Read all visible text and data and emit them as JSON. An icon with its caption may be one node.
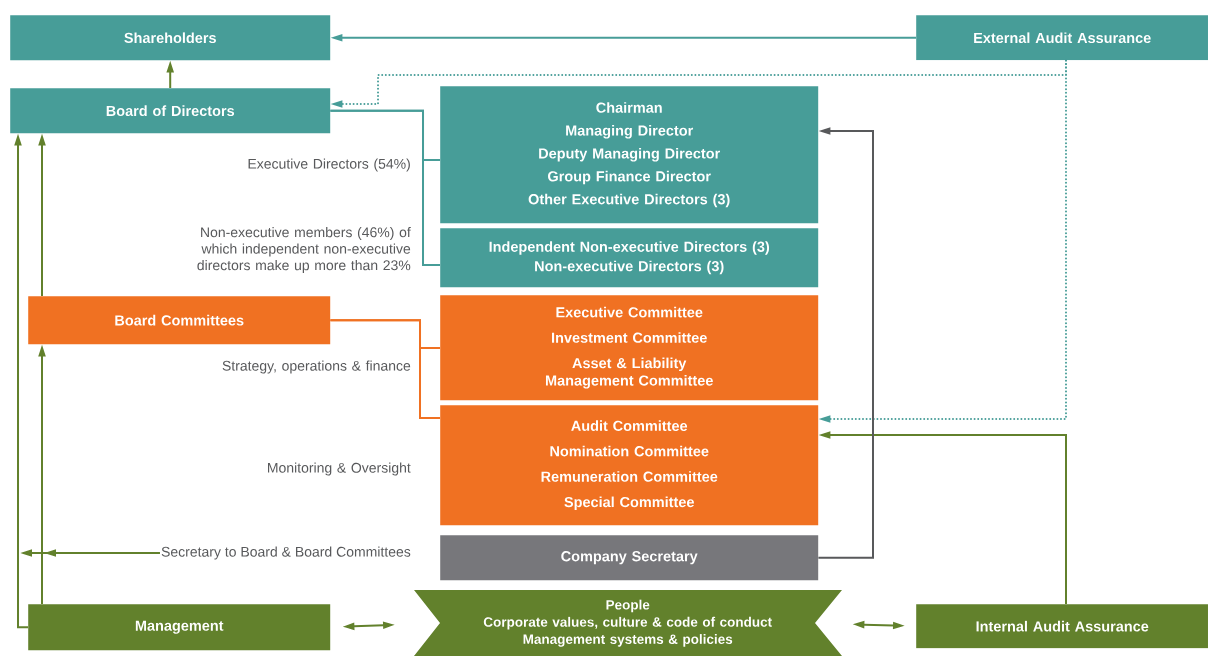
{
  "diagram": {
    "nodes": [
      {
        "text": [
          "Shareholders"
        ]
      },
      {
        "text": [
          "Board of Directors"
        ]
      },
      {
        "text": [
          "External Audit Assurance"
        ]
      },
      {
        "text": [
          "Chairman",
          "Managing Director",
          "Deputy Managing Director",
          "Group Finance Director",
          "Other Executive Directors (3)"
        ]
      },
      {
        "text": [
          "Independent Non-executive Directors (3)",
          "Non-executive Directors (3)"
        ]
      },
      {
        "text": [
          "Board Committees"
        ]
      },
      {
        "text": [
          "Executive Committee",
          "Investment Committee",
          "Asset & Liability Management Committee"
        ]
      },
      {
        "text": [
          "Audit Committee",
          "Nomination Committee",
          "Remuneration Committee",
          "Special Committee"
        ]
      },
      {
        "text": [
          "Company Secretary"
        ]
      },
      {
        "text": [
          "People",
          "Corporate values, culture & code of conduct",
          "Management systems & policies"
        ]
      },
      {
        "text": [
          "Management"
        ]
      },
      {
        "text": [
          "Internal Audit Assurance"
        ]
      },
      {
        "text": [
          "Secretary to Board & Board Committees"
        ]
      }
    ],
    "edges": [
      {
        "from": 1,
        "to": 0,
        "arrow": "to"
      },
      {
        "from": 2,
        "to": 0,
        "arrow": "to",
        "color": "#479d98"
      },
      {
        "from": 2,
        "to": 1,
        "arrow": "to",
        "style": "dashed",
        "color": "#479d98"
      },
      {
        "from": 1,
        "to": 3,
        "arrow": "none",
        "label": "Executive Directors (54%)",
        "color": "#479d98"
      },
      {
        "from": 1,
        "to": 4,
        "arrow": "none",
        "label": "Non-executive members (46%) of which independent non-executive directors make up more than 23%",
        "color": "#479d98"
      },
      {
        "from": 5,
        "to": 6,
        "arrow": "none",
        "label": "Strategy, operations & finance",
        "color": "#f07122"
      },
      {
        "from": 5,
        "to": 7,
        "arrow": "none",
        "label": "Monitoring & Oversight",
        "color": "#f07122"
      },
      {
        "from": 2,
        "to": 7,
        "arrow": "to",
        "style": "dashed",
        "color": "#479d98"
      },
      {
        "from": 11,
        "to": 7,
        "arrow": "to"
      },
      {
        "from": 8,
        "to": 3,
        "arrow": "to",
        "color": "#58595b"
      },
      {
        "from": 10,
        "to": 1,
        "arrow": "to"
      },
      {
        "from": 10,
        "to": 5,
        "arrow": "to"
      },
      {
        "from": 5,
        "to": 1,
        "arrow": "to"
      },
      {
        "from": 12,
        "to": null,
        "arrow": "to"
      },
      {
        "from": 12,
        "to": null,
        "arrow": "to"
      },
      {
        "from": 10,
        "to": 9,
        "arrow": "both"
      },
      {
        "from": 9,
        "to": 11,
        "arrow": "both"
      }
    ]
  }
}
